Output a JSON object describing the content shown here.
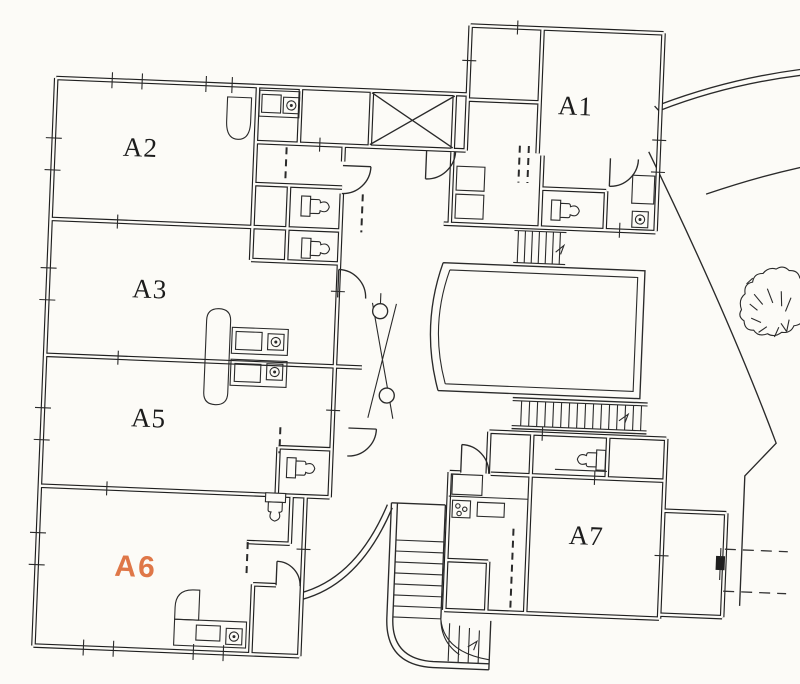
{
  "plan": {
    "units": [
      {
        "id": "a1",
        "label": "A1",
        "highlighted": false
      },
      {
        "id": "a2",
        "label": "A2",
        "highlighted": false
      },
      {
        "id": "a3",
        "label": "A3",
        "highlighted": false
      },
      {
        "id": "a5",
        "label": "A5",
        "highlighted": false
      },
      {
        "id": "a6",
        "label": "A6",
        "highlighted": true
      },
      {
        "id": "a7",
        "label": "A7",
        "highlighted": false
      }
    ],
    "highlight_color": "#df7748",
    "ink_color": "#222222",
    "paper_color": "#fcfbf7",
    "symbols": [
      "toilet-icon",
      "kitchen-sink-icon",
      "stove-icon",
      "door-swing-icon",
      "stairs-icon",
      "elevator-x-icon",
      "tree-icon",
      "balcony-icon"
    ]
  }
}
